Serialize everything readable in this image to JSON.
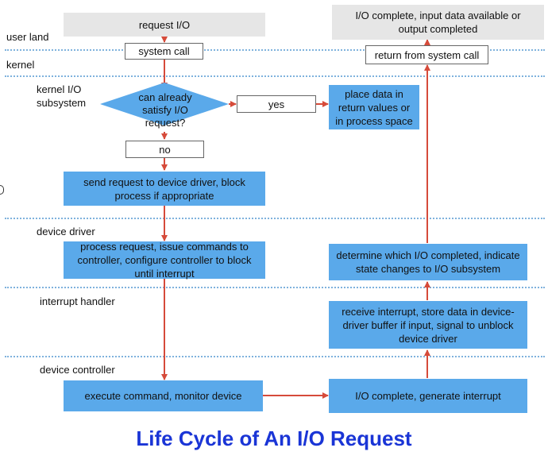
{
  "layers": {
    "user_land": "user land",
    "kernel": "kernel",
    "kernel_io_line1": "kernel I/O",
    "kernel_io_line2": "subsystem",
    "device_driver": "device driver",
    "interrupt_handler": "interrupt handler",
    "device_controller": "device controller"
  },
  "nodes": {
    "request_io": "request I/O",
    "io_complete_user_line1": "I/O complete, input data available or",
    "io_complete_user_line2": "output completed",
    "system_call": "system call",
    "return_from_system_call": "return from system call",
    "can_satisfy_line1": "can already",
    "can_satisfy_line2": "satisfy I/O",
    "can_satisfy_line3": "request?",
    "yes": "yes",
    "no": "no",
    "place_data_line1": "place data in",
    "place_data_line2": "return values or",
    "place_data_line3": "in process space",
    "send_request_line1": "send request to device driver, block",
    "send_request_line2": "process if appropriate",
    "process_request_line1": "process request, issue commands to",
    "process_request_line2": "controller, configure controller to block",
    "process_request_line3": "until interrupt",
    "determine_line1": "determine which I/O completed, indicate",
    "determine_line2": "state changes to I/O subsystem",
    "receive_interrupt_line1": "receive interrupt, store data in device-",
    "receive_interrupt_line2": "driver buffer if input, signal to unblock",
    "receive_interrupt_line3": "device driver",
    "execute_command": "execute command, monitor device",
    "io_complete_interrupt": "I/O complete, generate interrupt"
  },
  "title": "Life Cycle of An I/O Request",
  "colors": {
    "process_box": "#5aa9ea",
    "user_box": "#e6e6e6",
    "arrow": "#d64b3a",
    "divider": "#7fb2dd",
    "title": "#1a35d6"
  }
}
